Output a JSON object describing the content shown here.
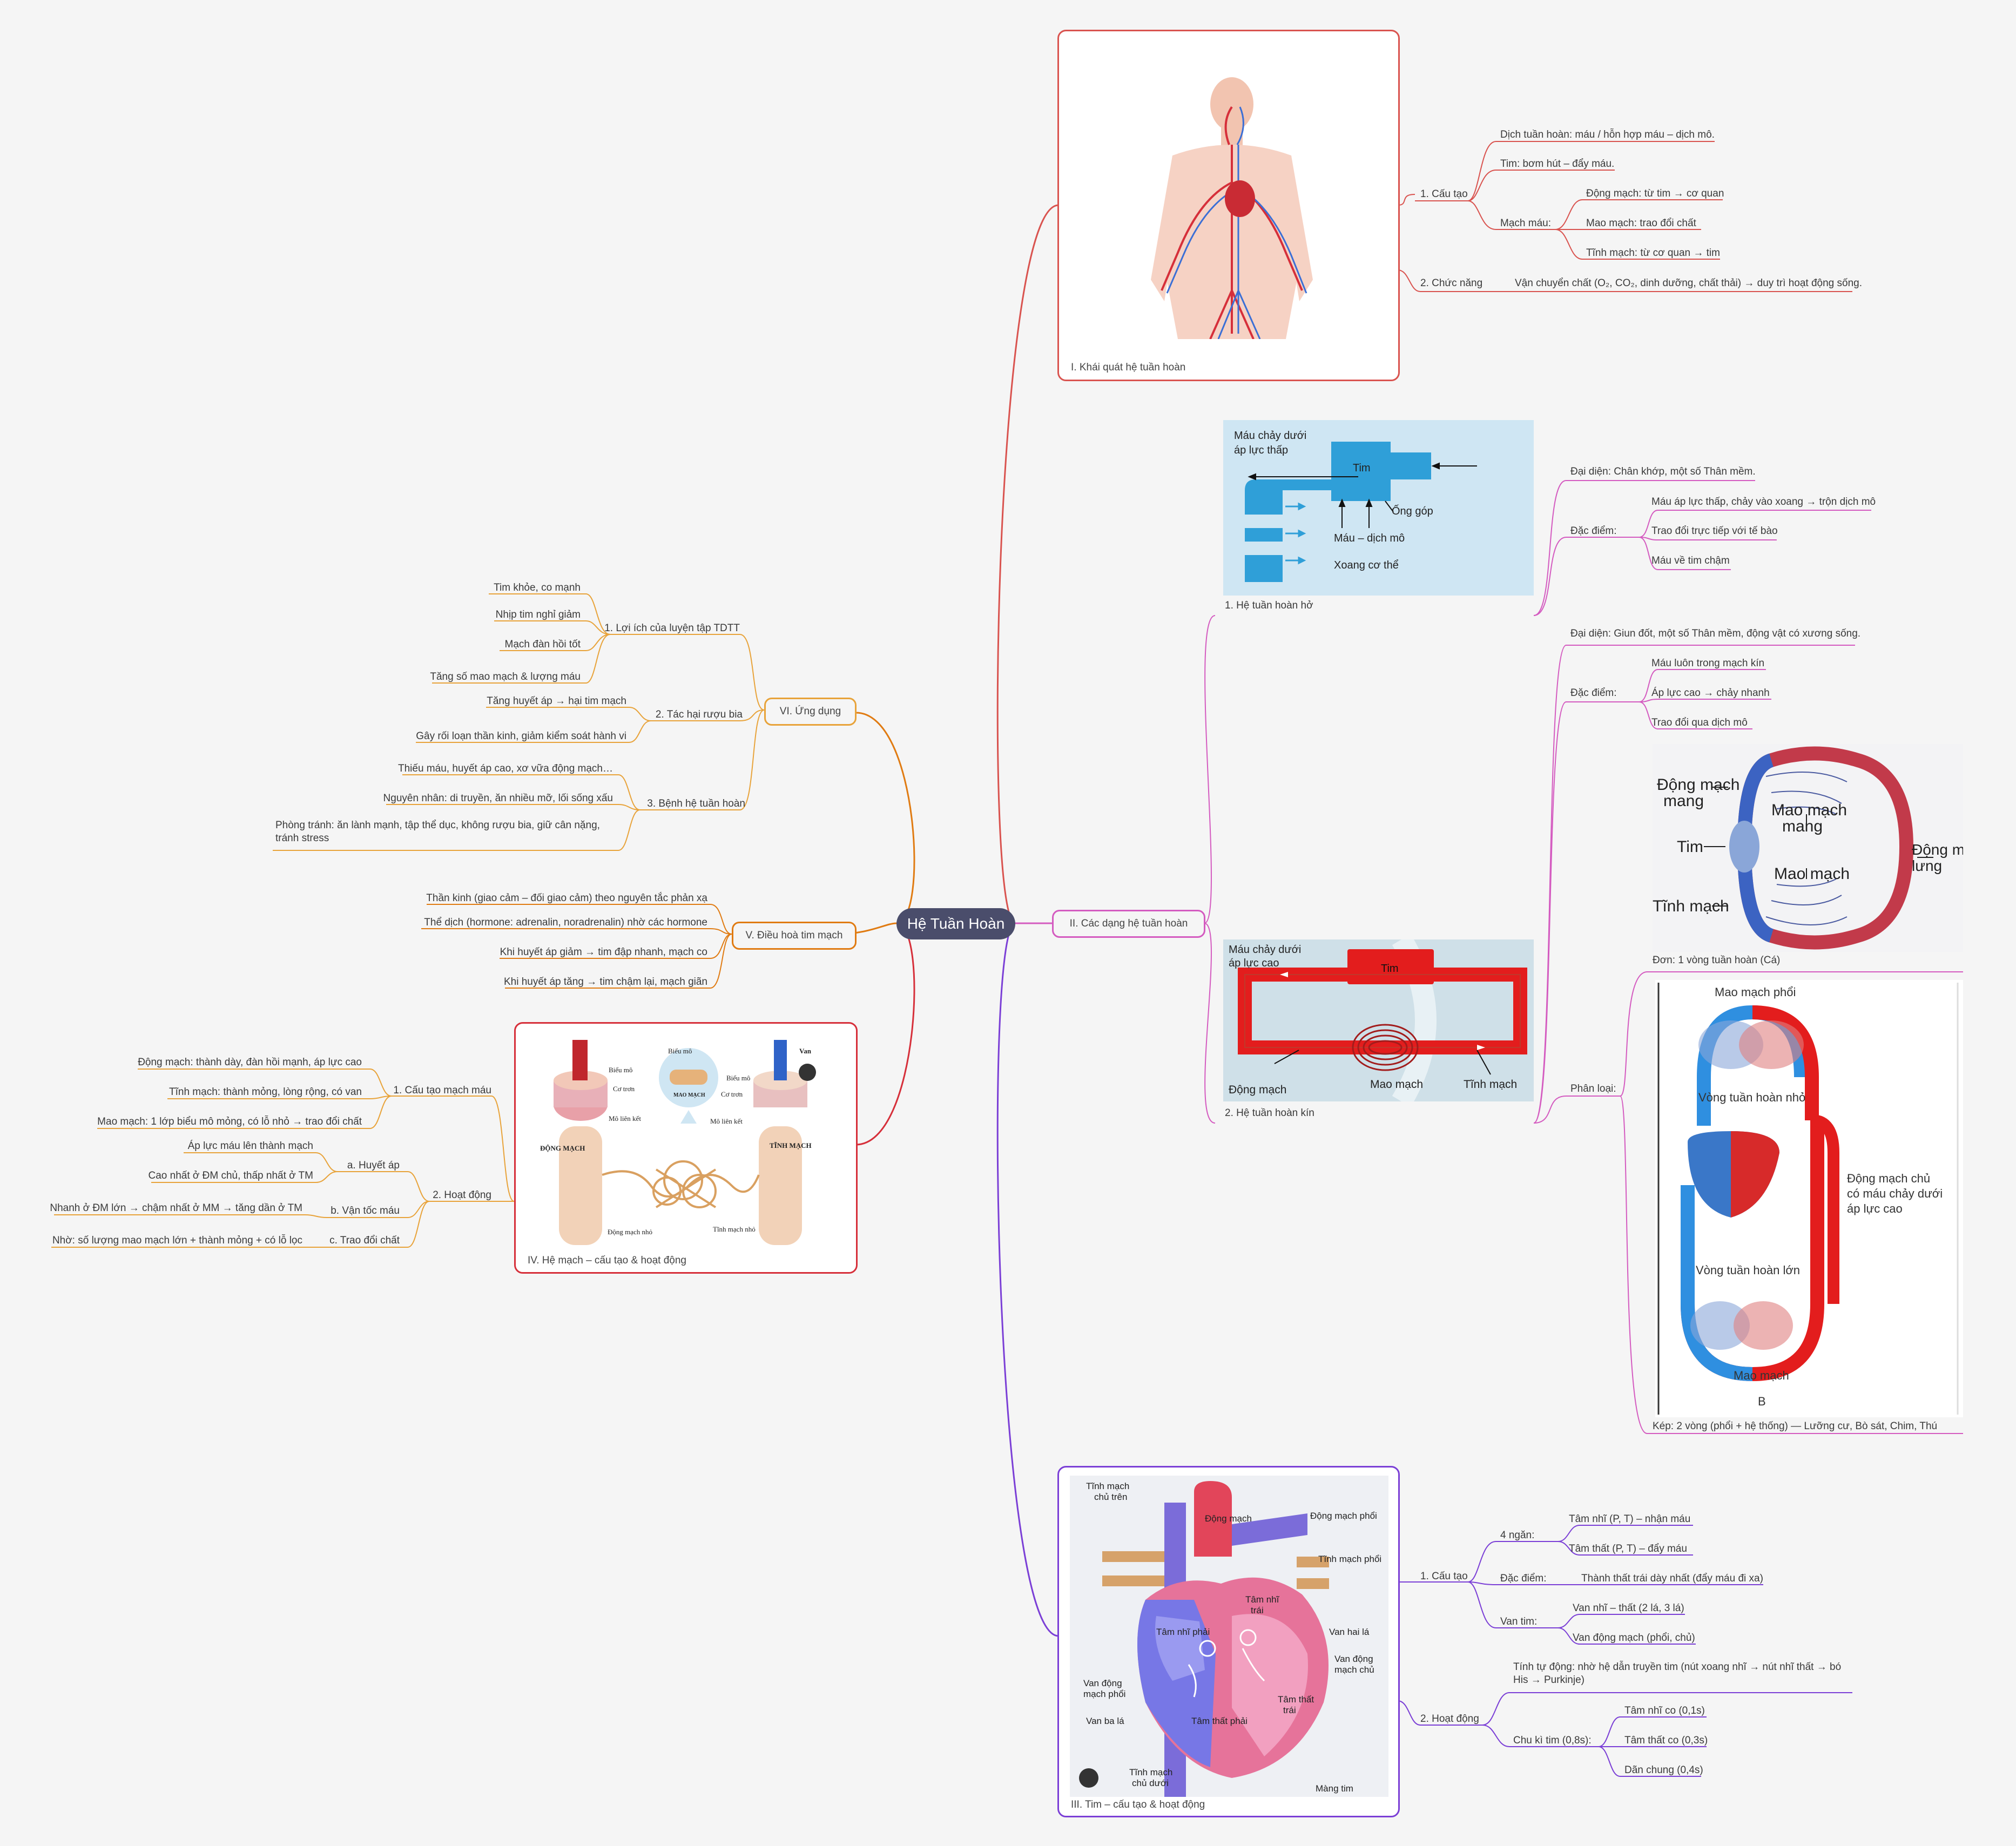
{
  "root": "Hệ Tuần Hoàn",
  "colors": {
    "red": "#d9534f",
    "pink": "#d45bc0",
    "purple": "#7b3fd6",
    "orange": "#e07b12",
    "orange2": "#e8a33a",
    "crimson": "#d62f3a"
  },
  "s1": {
    "title": "I. Khái quát hệ tuần hoàn",
    "n1": "1. Cấu tạo",
    "n1a": "Dịch tuần hoàn: máu / hỗn hợp máu – dịch mô.",
    "n1b": "Tim: bơm hút – đẩy máu.",
    "n1c": "Mạch máu:",
    "n1c1": "Động mạch: từ tim → cơ quan",
    "n1c2": "Mao mạch: trao đổi chất",
    "n1c3": "Tĩnh mạch: từ cơ quan → tim",
    "n2": "2. Chức năng",
    "n2a": "Vận chuyển chất (O₂, CO₂, dinh dưỡng, chất thải) → duy trì hoạt động sống."
  },
  "s2": {
    "title": "II. Các dạng hệ tuần hoàn",
    "open": {
      "title": "1. Hệ tuần hoàn hở",
      "rep": "Đại diện: Chân khớp, một số Thân mềm.",
      "feat": "Đặc điểm:",
      "f1": "Máu áp lực thấp, chảy vào xoang → trộn dịch mô",
      "f2": "Trao đổi trực tiếp với tế bào",
      "f3": "Máu về tim chậm",
      "img": {
        "l1": "Máu chảy dưới",
        "l2": "áp lực thấp",
        "tim": "Tim",
        "ong": "Ống góp",
        "mau": "Máu – dịch mô",
        "xoang": "Xoang cơ thể"
      }
    },
    "closed": {
      "title": "2. Hệ tuần hoàn kín",
      "rep": "Đại diện: Giun đốt, một số Thân mềm, động vật có xương sống.",
      "feat": "Đặc điểm:",
      "f1": "Máu luôn trong mạch kín",
      "f2": "Áp lực cao → chảy nhanh",
      "f3": "Trao đổi qua dịch mô",
      "cls": "Phân loại:",
      "single": "Đơn: 1 vòng tuần hoàn (Cá)",
      "double": "Kép: 2 vòng (phổi + hệ thống) — Lưỡng cư, Bò sát, Chim, Thú",
      "img": {
        "l1": "Máu chảy dưới",
        "l2": "áp lực cao",
        "tim": "Tim",
        "dm": "Động mạch",
        "mm": "Mao mạch",
        "tm": "Tĩnh mạch"
      },
      "fish": {
        "a": "Động mạch",
        "a2": "mang",
        "b": "Mao mạch",
        "b2": "mang",
        "c": "Tim",
        "d": "Động mạch",
        "d2": "lưng",
        "e": "Mao mạch",
        "f": "Tĩnh mạch"
      },
      "dbl": {
        "a": "Mao mạch phổi",
        "b": "Vòng tuần hoàn nhỏ",
        "c": "Động mạch chủ",
        "c2": "có máu chảy dưới",
        "c3": "áp lực cao",
        "d": "Vòng tuần hoàn lớn",
        "e": "Mao mạch",
        "f": "B"
      }
    }
  },
  "s3": {
    "title": "III. Tim – cấu tạo & hoạt động",
    "n1": "1. Cấu tạo",
    "n1a": "4 ngăn:",
    "n1a1": "Tâm nhĩ (P, T) – nhận máu",
    "n1a2": "Tâm thất (P, T) – đẩy máu",
    "n1b": "Đặc điểm:",
    "n1b1": "Thành thất trái dày nhất (đẩy máu đi xa)",
    "n1c": "Van tim:",
    "n1c1": "Van nhĩ – thất (2 lá, 3 lá)",
    "n1c2": "Van động mạch (phổi, chủ)",
    "n2": "2. Hoạt động",
    "n2a": "Tính tự động: nhờ hệ dẫn truyền tim (nút xoang nhĩ → nút nhĩ thất → bó His → Purkinje)",
    "n2b": "Chu kì tim (0,8s):",
    "n2b1": "Tâm nhĩ co (0,1s)",
    "n2b2": "Tâm thất co (0,3s)",
    "n2b3": "Dãn chung (0,4s)",
    "img": {
      "a": "Tĩnh mạch",
      "a2": "chủ trên",
      "b": "Động mạch",
      "c": "Động mạch phổi",
      "d": "Tĩnh mạch phổi",
      "e": "Tâm nhĩ",
      "e2": "trái",
      "f": "Tâm nhĩ phải",
      "g": "Van hai lá",
      "h": "Van động",
      "h2": "mạch chủ",
      "i": "Van động",
      "i2": "mạch phổi",
      "j": "Tâm thất",
      "j2": "trái",
      "k": "Van ba lá",
      "l": "Tâm thất phải",
      "m": "Tĩnh mạch",
      "m2": "chủ dưới",
      "n": "Màng tim"
    }
  },
  "s4": {
    "title": "IV. Hệ mạch – cấu tạo & hoạt động",
    "n1": "1. Cấu tạo mạch máu",
    "n1a": "Động mạch: thành dày, đàn hồi mạnh, áp lực cao",
    "n1b": "Tĩnh mạch: thành mỏng, lòng rộng, có van",
    "n1c": "Mao mạch: 1 lớp biểu mô mỏng, có lỗ nhỏ → trao đổi chất",
    "n2": "2. Hoạt động",
    "n2a": "a. Huyết áp",
    "n2a1": "Áp lực máu lên thành mạch",
    "n2a2": "Cao nhất ở ĐM chủ, thấp nhất ở TM",
    "n2b": "b. Vận tốc máu",
    "n2b1": "Nhanh ở ĐM lớn → chậm nhất ở MM → tăng dần ở TM",
    "n2c": "c. Trao đổi chất",
    "n2c1": "Nhờ: số lượng mao mạch lớn + thành mỏng + có lỗ lọc",
    "img": {
      "a": "Biểu mô",
      "b": "Cơ trơn",
      "c": "Mô liên kết",
      "d": "ĐỘNG MẠCH",
      "e": "Biểu mô",
      "f": "MAO MẠCH",
      "g": "Van",
      "h": "Biểu mô",
      "i": "Cơ trơn",
      "j": "Mô liên kết",
      "k": "TĨNH MẠCH",
      "l": "Động mạch nhỏ",
      "m": "Tĩnh mạch nhỏ"
    }
  },
  "s5": {
    "title": "V. Điều hoà tim mạch",
    "a": "Thần kinh (giao cảm – đối giao cảm) theo nguyên tắc phản xạ",
    "b": "Thể dịch (hormone: adrenalin, noradrenalin) nhờ các hormone",
    "c": "Khi huyết áp giảm → tim đập nhanh, mạch co",
    "d": "Khi huyết áp tăng → tim chậm lại, mạch giãn"
  },
  "s6": {
    "title": "VI. Ứng dụng",
    "n1": "1. Lợi ích của luyện tập TDTT",
    "n1a": "Tim khỏe, co mạnh",
    "n1b": "Nhịp tim nghỉ giảm",
    "n1c": "Mạch đàn hồi tốt",
    "n1d": "Tăng số mao mạch & lượng máu",
    "n2": "2. Tác hại rượu bia",
    "n2a": "Tăng huyết áp → hại tim mạch",
    "n2b": "Gây rối loạn thần kinh, giảm kiểm soát hành vi",
    "n3": "3. Bệnh hệ tuần hoàn",
    "n3a": "Thiếu máu, huyết áp cao, xơ vữa động mạch…",
    "n3b": "Nguyên nhân: di truyền, ăn nhiều mỡ, lối sống xấu",
    "n3c": "Phòng tránh: ăn lành mạnh, tập thể dục, không rượu bia, giữ cân nặng, tránh stress"
  }
}
